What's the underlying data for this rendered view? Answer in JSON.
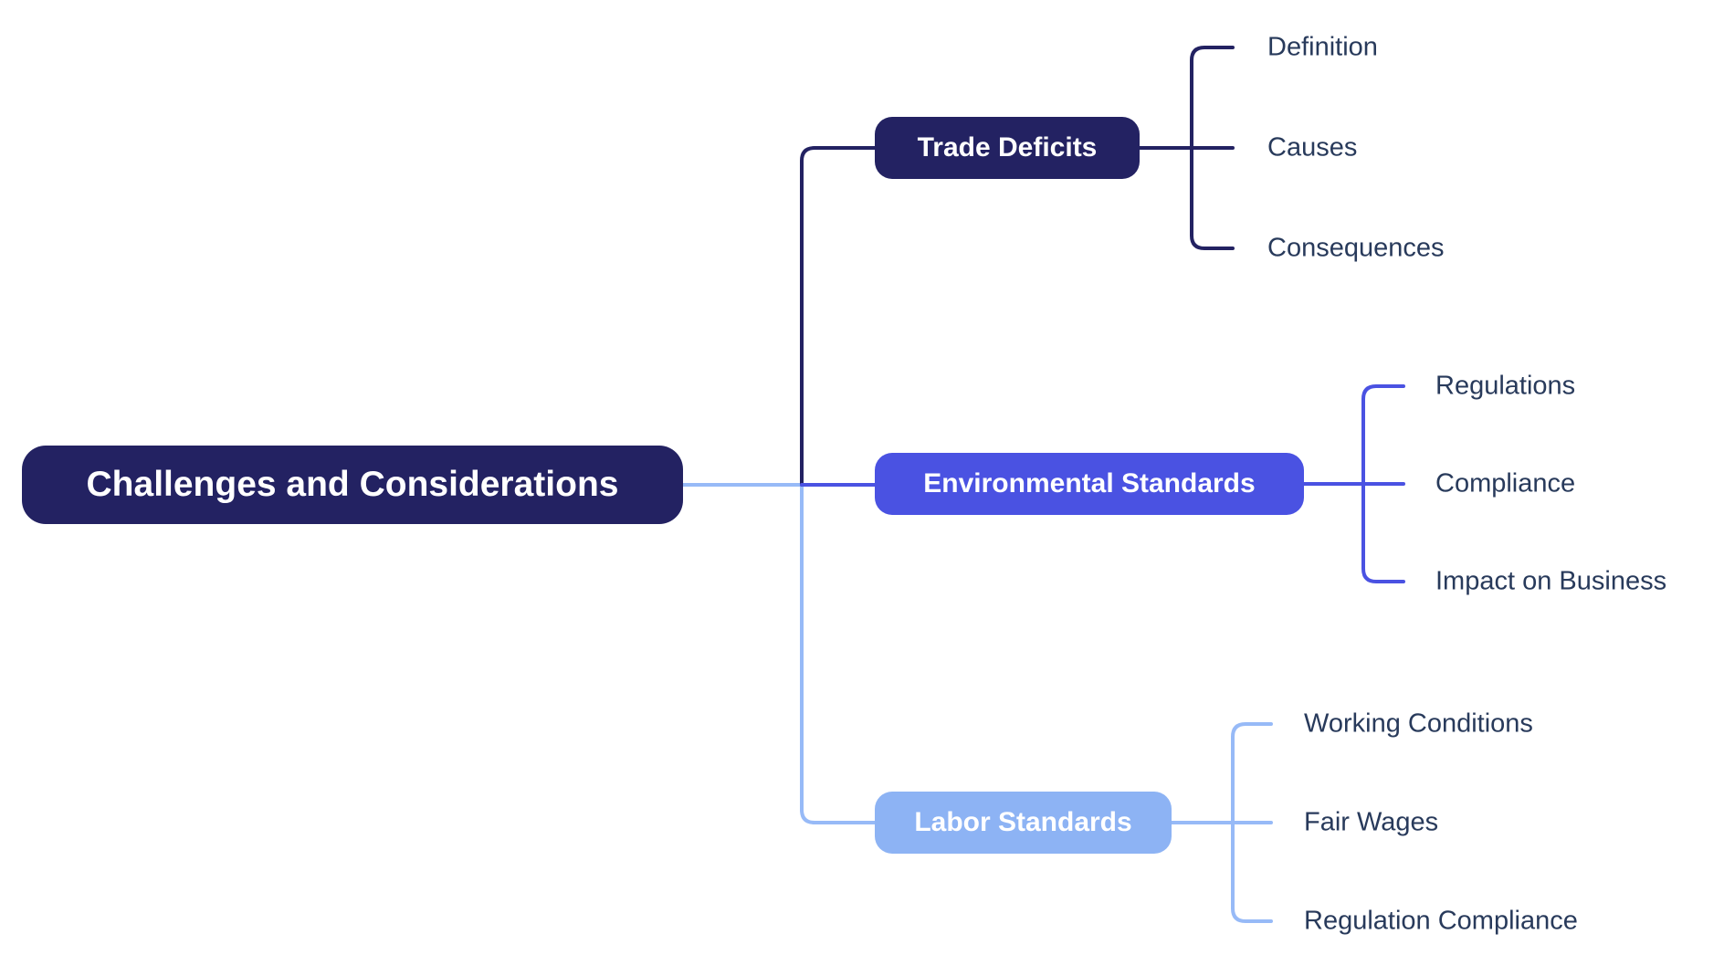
{
  "colors": {
    "navy": "#232262",
    "indigo": "#4A52E2",
    "blue_box": "#8DB3F4",
    "blue_line": "#97BAF7",
    "label_text": "#283A5B",
    "node_text": "#FFFFFF",
    "background": "#FFFFFF"
  },
  "tree": {
    "root": {
      "label": "Challenges and Considerations"
    },
    "branches": [
      {
        "label": "Trade Deficits",
        "children": [
          "Definition",
          "Causes",
          "Consequences"
        ]
      },
      {
        "label": "Environmental Standards",
        "children": [
          "Regulations",
          "Compliance",
          "Impact on Business"
        ]
      },
      {
        "label": "Labor Standards",
        "children": [
          "Working Conditions",
          "Fair Wages",
          "Regulation Compliance"
        ]
      }
    ]
  }
}
